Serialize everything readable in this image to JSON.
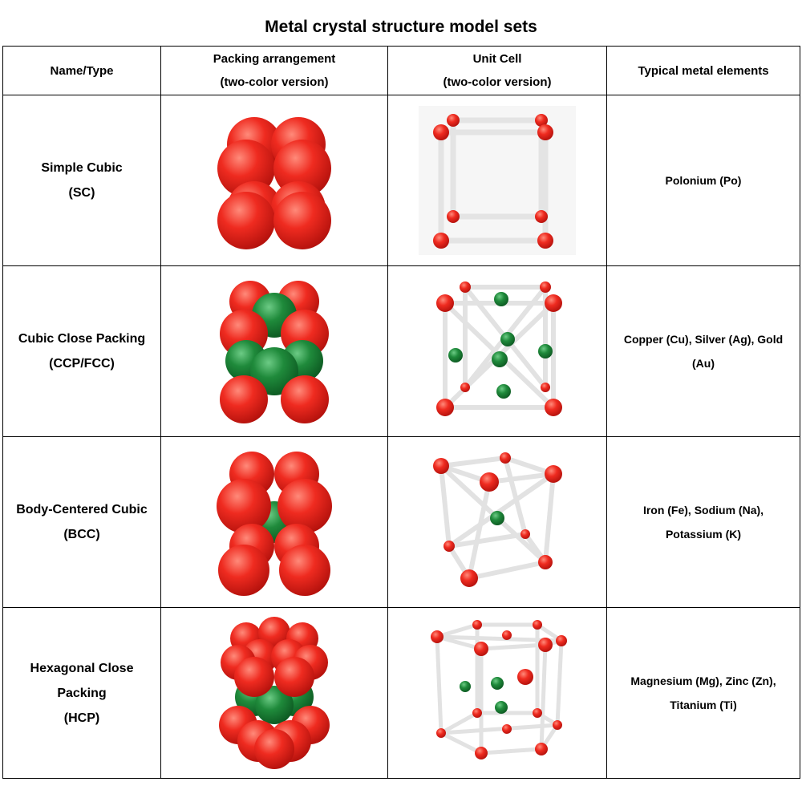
{
  "title": "Metal crystal structure model sets",
  "headers": {
    "name": "Name/Type",
    "packing_line1": "Packing arrangement",
    "packing_line2": "(two-color version)",
    "unit_line1": "Unit Cell",
    "unit_line2": "(two-color version)",
    "elements": "Typical metal elements"
  },
  "rows": [
    {
      "name_line1": "Simple Cubic",
      "name_line2": "(SC)",
      "name_line3": "",
      "elements": "Polonium (Po)"
    },
    {
      "name_line1": "Cubic Close Packing",
      "name_line2": "(CCP/FCC)",
      "name_line3": "",
      "elements": "Copper (Cu), Silver (Ag), Gold (Au)"
    },
    {
      "name_line1": "Body-Centered Cubic",
      "name_line2": "(BCC)",
      "name_line3": "",
      "elements": "Iron (Fe), Sodium (Na), Potassium (K)"
    },
    {
      "name_line1": "Hexagonal Close",
      "name_line2": "Packing",
      "name_line3": "(HCP)",
      "elements": "Magnesium (Mg), Zinc (Zn), Titanium (Ti)"
    }
  ],
  "colors": {
    "red": "#e8231c",
    "green": "#1e8a3a",
    "rod": "#f4f4f4"
  }
}
